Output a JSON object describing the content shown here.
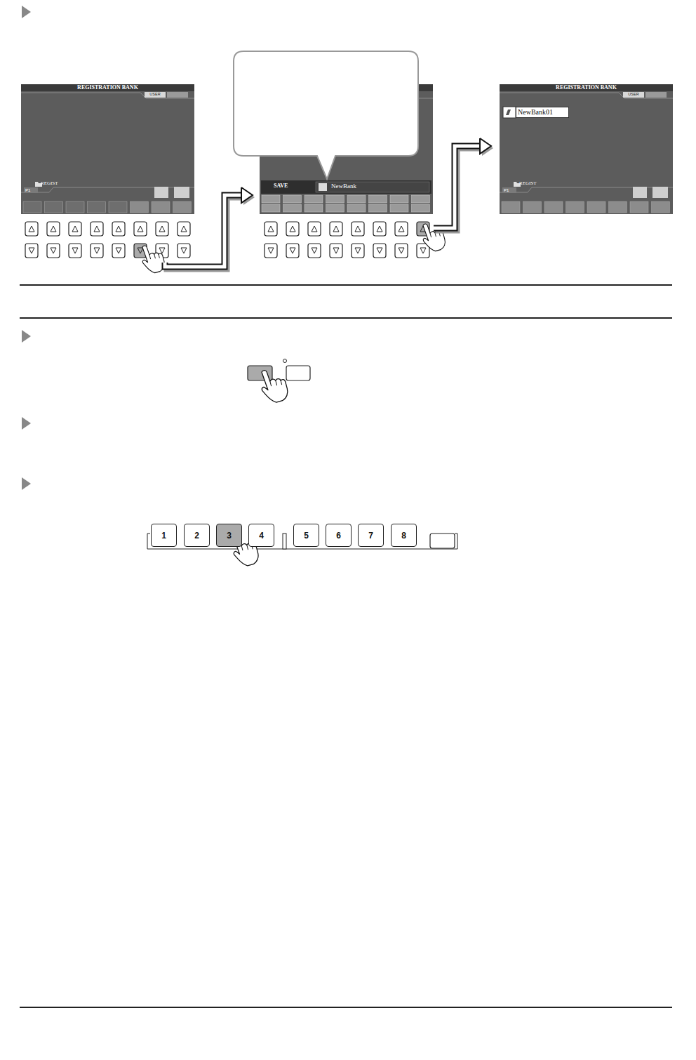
{
  "diagram": {
    "nodes": [
      {
        "text": [
          "REGISTRATION BANK",
          "USER",
          "REGIST",
          "P1"
        ]
      },
      {
        "text": [
          "SAVE",
          "NewBank"
        ]
      },
      {
        "text": [
          "REGISTRATION BANK",
          "USER",
          "NewBank01",
          "REGIST",
          "P1"
        ]
      },
      {
        "text": [
          "1"
        ]
      },
      {
        "text": [
          "2"
        ]
      },
      {
        "text": [
          "3"
        ]
      },
      {
        "text": [
          "4"
        ]
      },
      {
        "text": [
          "5"
        ]
      },
      {
        "text": [
          "6"
        ]
      },
      {
        "text": [
          "7"
        ]
      },
      {
        "text": [
          "8"
        ]
      }
    ],
    "edges": [
      {
        "from": 0,
        "to": 1,
        "arrow": "to"
      },
      {
        "from": 1,
        "to": 2,
        "arrow": "to"
      }
    ]
  }
}
